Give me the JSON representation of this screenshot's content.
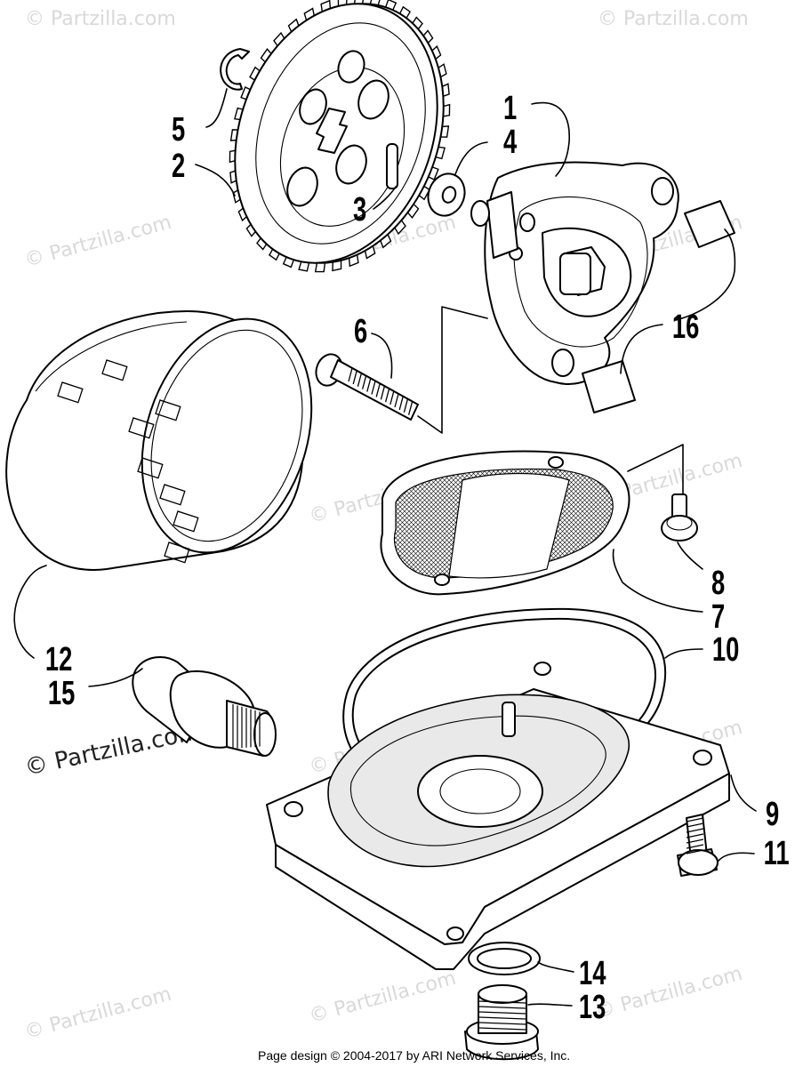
{
  "labels": {
    "l1": "1",
    "l2": "2",
    "l3": "3",
    "l4": "4",
    "l5": "5",
    "l6": "6",
    "l7": "7",
    "l8": "8",
    "l9": "9",
    "l10": "10",
    "l11": "11",
    "l12": "12",
    "l13": "13",
    "l14": "14",
    "l15": "15",
    "l16": "16"
  },
  "watermark": "© Partzilla.com",
  "watermark_main": "© Partzilla.com",
  "footer": "Page design © 2004-2017 by ARI Network Services, Inc."
}
